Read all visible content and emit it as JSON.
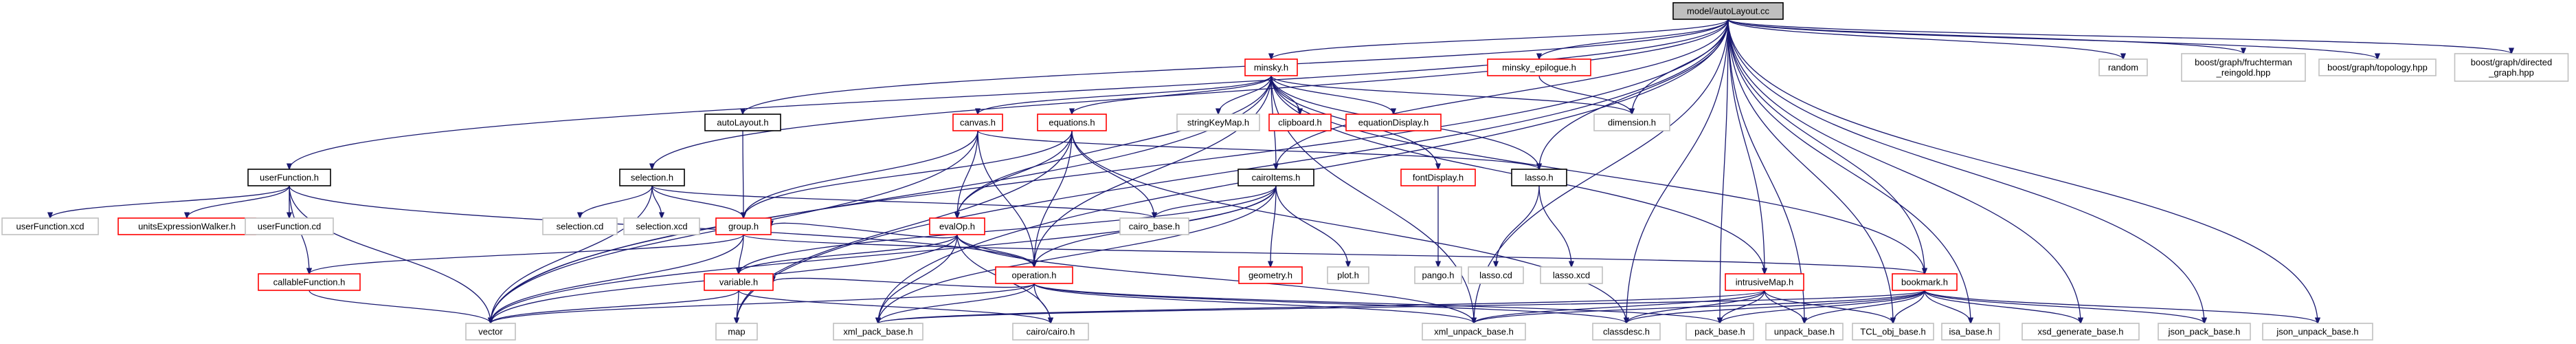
{
  "graph": {
    "colors": {
      "edge": "#191970",
      "default_border": "#000000",
      "missing_border": "#bfbfbf",
      "linked_border": "#ff0000",
      "root_fill": "#bfbfbf",
      "fill": "#ffffff",
      "text": "#000000"
    },
    "nodes": [
      {
        "id": "root",
        "label": "model/autoLayout.cc",
        "style": "root"
      },
      {
        "id": "minsky",
        "label": "minsky.h",
        "style": "red"
      },
      {
        "id": "minsky_epilogue",
        "label": "minsky_epilogue.h",
        "style": "red"
      },
      {
        "id": "random",
        "label": "random",
        "style": "gray"
      },
      {
        "id": "fr",
        "label": "boost/graph/fruchterman\n_reingold.hpp",
        "style": "gray"
      },
      {
        "id": "topology",
        "label": "boost/graph/topology.hpp",
        "style": "gray"
      },
      {
        "id": "directed",
        "label": "boost/graph/directed\n_graph.hpp",
        "style": "gray"
      },
      {
        "id": "autoLayoutH",
        "label": "autoLayout.h",
        "style": "black"
      },
      {
        "id": "canvas",
        "label": "canvas.h",
        "style": "red"
      },
      {
        "id": "equations",
        "label": "equations.h",
        "style": "red"
      },
      {
        "id": "stringKeyMap",
        "label": "stringKeyMap.h",
        "style": "gray"
      },
      {
        "id": "clipboard",
        "label": "clipboard.h",
        "style": "red"
      },
      {
        "id": "equationDisplay",
        "label": "equationDisplay.h",
        "style": "red"
      },
      {
        "id": "dimension",
        "label": "dimension.h",
        "style": "gray"
      },
      {
        "id": "userFunction",
        "label": "userFunction.h",
        "style": "black"
      },
      {
        "id": "selection",
        "label": "selection.h",
        "style": "black"
      },
      {
        "id": "evalOp",
        "label": "evalOp.h",
        "style": "red"
      },
      {
        "id": "cairoItems",
        "label": "cairoItems.h",
        "style": "black"
      },
      {
        "id": "fontDisplay",
        "label": "fontDisplay.h",
        "style": "red"
      },
      {
        "id": "lasso",
        "label": "lasso.h",
        "style": "black"
      },
      {
        "id": "userFunction_xcd",
        "label": "userFunction.xcd",
        "style": "gray"
      },
      {
        "id": "unitsExpressionWalker",
        "label": "unitsExpressionWalker.h",
        "style": "red"
      },
      {
        "id": "userFunction_cd",
        "label": "userFunction.cd",
        "style": "gray"
      },
      {
        "id": "selection_cd",
        "label": "selection.cd",
        "style": "gray"
      },
      {
        "id": "selection_xcd",
        "label": "selection.xcd",
        "style": "gray"
      },
      {
        "id": "group",
        "label": "group.h",
        "style": "red"
      },
      {
        "id": "operation",
        "label": "operation.h",
        "style": "red"
      },
      {
        "id": "cairo_base",
        "label": "cairo_base.h",
        "style": "gray"
      },
      {
        "id": "geometry",
        "label": "geometry.h",
        "style": "red"
      },
      {
        "id": "plot",
        "label": "plot.h",
        "style": "gray"
      },
      {
        "id": "pango",
        "label": "pango.h",
        "style": "gray"
      },
      {
        "id": "lasso_cd",
        "label": "lasso.cd",
        "style": "gray"
      },
      {
        "id": "lasso_xcd",
        "label": "lasso.xcd",
        "style": "gray"
      },
      {
        "id": "callableFunction",
        "label": "callableFunction.h",
        "style": "red"
      },
      {
        "id": "variable",
        "label": "variable.h",
        "style": "red"
      },
      {
        "id": "intrusiveMap",
        "label": "intrusiveMap.h",
        "style": "red"
      },
      {
        "id": "bookmark",
        "label": "bookmark.h",
        "style": "red"
      },
      {
        "id": "vector",
        "label": "vector",
        "style": "gray"
      },
      {
        "id": "map",
        "label": "map",
        "style": "gray"
      },
      {
        "id": "xml_pack_base",
        "label": "xml_pack_base.h",
        "style": "gray"
      },
      {
        "id": "cairo_cairo",
        "label": "cairo/cairo.h",
        "style": "gray"
      },
      {
        "id": "xml_unpack_base",
        "label": "xml_unpack_base.h",
        "style": "gray"
      },
      {
        "id": "classdesc",
        "label": "classdesc.h",
        "style": "gray"
      },
      {
        "id": "pack_base",
        "label": "pack_base.h",
        "style": "gray"
      },
      {
        "id": "unpack_base",
        "label": "unpack_base.h",
        "style": "gray"
      },
      {
        "id": "TCL_obj_base",
        "label": "TCL_obj_base.h",
        "style": "gray"
      },
      {
        "id": "isa_base",
        "label": "isa_base.h",
        "style": "gray"
      },
      {
        "id": "xsd_generate_base",
        "label": "xsd_generate_base.h",
        "style": "gray"
      },
      {
        "id": "json_pack_base",
        "label": "json_pack_base.h",
        "style": "gray"
      },
      {
        "id": "json_unpack_base",
        "label": "json_unpack_base.h",
        "style": "gray"
      }
    ],
    "edges": [
      [
        "root",
        "minsky"
      ],
      [
        "root",
        "minsky_epilogue"
      ],
      [
        "root",
        "random"
      ],
      [
        "root",
        "fr"
      ],
      [
        "root",
        "topology"
      ],
      [
        "root",
        "directed"
      ],
      [
        "root",
        "autoLayoutH"
      ],
      [
        "root",
        "userFunction"
      ],
      [
        "root",
        "selection"
      ],
      [
        "root",
        "cairoItems"
      ],
      [
        "root",
        "lasso"
      ],
      [
        "root",
        "vector"
      ],
      [
        "root",
        "map"
      ],
      [
        "root",
        "xml_pack_base"
      ],
      [
        "root",
        "xml_unpack_base"
      ],
      [
        "root",
        "classdesc"
      ],
      [
        "root",
        "pack_base"
      ],
      [
        "root",
        "unpack_base"
      ],
      [
        "root",
        "TCL_obj_base"
      ],
      [
        "root",
        "isa_base"
      ],
      [
        "root",
        "xsd_generate_base"
      ],
      [
        "root",
        "json_pack_base"
      ],
      [
        "root",
        "json_unpack_base"
      ],
      [
        "root",
        "bookmark"
      ],
      [
        "root",
        "intrusiveMap"
      ],
      [
        "root",
        "dimension"
      ],
      [
        "minsky_epilogue",
        "dimension"
      ],
      [
        "minsky",
        "canvas"
      ],
      [
        "minsky",
        "equations"
      ],
      [
        "minsky",
        "stringKeyMap"
      ],
      [
        "minsky",
        "clipboard"
      ],
      [
        "minsky",
        "equationDisplay"
      ],
      [
        "minsky",
        "dimension"
      ],
      [
        "minsky",
        "evalOp"
      ],
      [
        "minsky",
        "cairoItems"
      ],
      [
        "minsky",
        "fontDisplay"
      ],
      [
        "minsky",
        "lasso"
      ],
      [
        "minsky",
        "operation"
      ],
      [
        "minsky",
        "bookmark"
      ],
      [
        "minsky",
        "intrusiveMap"
      ],
      [
        "minsky",
        "xml_unpack_base"
      ],
      [
        "minsky",
        "vector"
      ],
      [
        "autoLayoutH",
        "group"
      ],
      [
        "canvas",
        "group"
      ],
      [
        "canvas",
        "operation"
      ],
      [
        "canvas",
        "evalOp"
      ],
      [
        "canvas",
        "lasso"
      ],
      [
        "canvas",
        "vector"
      ],
      [
        "equations",
        "evalOp"
      ],
      [
        "equations",
        "operation"
      ],
      [
        "equations",
        "group"
      ],
      [
        "equations",
        "cairo_base"
      ],
      [
        "equations",
        "map"
      ],
      [
        "equations",
        "classdesc"
      ],
      [
        "userFunction",
        "userFunction_xcd"
      ],
      [
        "userFunction",
        "unitsExpressionWalker"
      ],
      [
        "userFunction",
        "userFunction_cd"
      ],
      [
        "userFunction",
        "callableFunction"
      ],
      [
        "userFunction",
        "operation"
      ],
      [
        "userFunction",
        "vector"
      ],
      [
        "selection",
        "selection_cd"
      ],
      [
        "selection",
        "selection_xcd"
      ],
      [
        "selection",
        "group"
      ],
      [
        "selection",
        "cairo_base"
      ],
      [
        "selection",
        "vector"
      ],
      [
        "evalOp",
        "operation"
      ],
      [
        "evalOp",
        "group"
      ],
      [
        "evalOp",
        "variable"
      ],
      [
        "evalOp",
        "xml_pack_base"
      ],
      [
        "evalOp",
        "cairo_cairo"
      ],
      [
        "evalOp",
        "vector"
      ],
      [
        "evalOp",
        "xml_unpack_base"
      ],
      [
        "cairoItems",
        "geometry"
      ],
      [
        "cairoItems",
        "plot"
      ],
      [
        "cairoItems",
        "cairo_base"
      ],
      [
        "cairoItems",
        "operation"
      ],
      [
        "cairoItems",
        "variable"
      ],
      [
        "cairoItems",
        "xml_pack_base"
      ],
      [
        "cairoItems",
        "vector"
      ],
      [
        "fontDisplay",
        "pango"
      ],
      [
        "lasso",
        "lasso_cd"
      ],
      [
        "lasso",
        "lasso_xcd"
      ],
      [
        "group",
        "callableFunction"
      ],
      [
        "group",
        "variable"
      ],
      [
        "group",
        "vector"
      ],
      [
        "group",
        "bookmark"
      ],
      [
        "operation",
        "variable"
      ],
      [
        "operation",
        "cairo_cairo"
      ],
      [
        "operation",
        "xml_pack_base"
      ],
      [
        "operation",
        "xml_unpack_base"
      ],
      [
        "operation",
        "classdesc"
      ],
      [
        "operation",
        "vector"
      ],
      [
        "operation",
        "pack_base"
      ],
      [
        "callableFunction",
        "vector"
      ],
      [
        "variable",
        "map"
      ],
      [
        "variable",
        "vector"
      ],
      [
        "variable",
        "cairo_cairo"
      ],
      [
        "intrusiveMap",
        "xml_pack_base"
      ],
      [
        "intrusiveMap",
        "xml_unpack_base"
      ],
      [
        "intrusiveMap",
        "classdesc"
      ],
      [
        "intrusiveMap",
        "pack_base"
      ],
      [
        "intrusiveMap",
        "unpack_base"
      ],
      [
        "intrusiveMap",
        "TCL_obj_base"
      ],
      [
        "bookmark",
        "xml_pack_base"
      ],
      [
        "bookmark",
        "xml_unpack_base"
      ],
      [
        "bookmark",
        "classdesc"
      ],
      [
        "bookmark",
        "pack_base"
      ],
      [
        "bookmark",
        "unpack_base"
      ],
      [
        "bookmark",
        "TCL_obj_base"
      ],
      [
        "bookmark",
        "isa_base"
      ],
      [
        "bookmark",
        "xsd_generate_base"
      ],
      [
        "bookmark",
        "json_pack_base"
      ],
      [
        "bookmark",
        "json_unpack_base"
      ]
    ]
  }
}
